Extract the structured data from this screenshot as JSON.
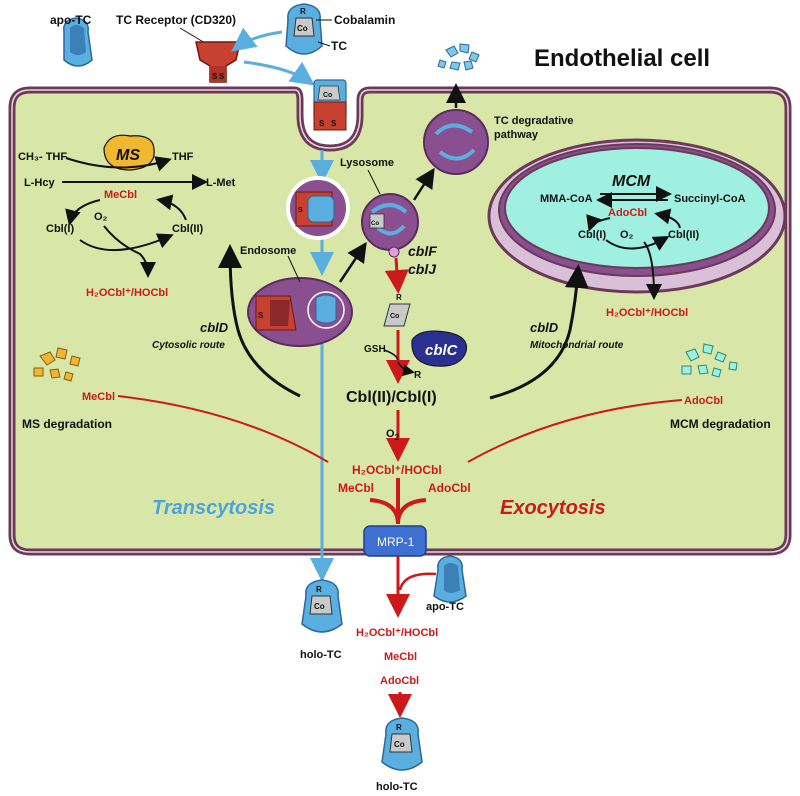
{
  "title": "Endothelial cell",
  "top": {
    "apo_tc": "apo-TC",
    "receptor": "TC Receptor (CD320)",
    "cobalamin": "Cobalamin",
    "tc": "TC",
    "ss": "S",
    "r": "R",
    "co": "Co"
  },
  "pathways": {
    "tc_degradative": [
      "TC degradative",
      "pathway"
    ],
    "lysosome": "Lysosome",
    "endosome": "Endosome",
    "cblf": "cblF",
    "cblj": "cblJ",
    "gsh": "GSH",
    "cblc": "cblC",
    "r": "R",
    "cbl_ii_i": "Cbl(II)/Cbl(I)",
    "o2": "O",
    "o2_sub": "2",
    "h2ocbl": "H₂OCbl⁺/HOCbl",
    "mecbl": "MeCbl",
    "adocbl": "AdoCbl",
    "transcytosis": "Transcytosis",
    "exocytosis": "Exocytosis",
    "mrp1": "MRP-1"
  },
  "cytosol": {
    "ch3_thf": "CH₃- THF",
    "ms": "MS",
    "thf": "THF",
    "lhcy": "L-Hcy",
    "mecbl": "MeCbl",
    "lmet": "L-Met",
    "cbl_i": "Cbl(I)",
    "o2": "O₂",
    "cbl_ii": "Cbl(II)",
    "h2ocbl": "H₂OCbl⁺/HOCbl",
    "cbld": "cblD",
    "cytosolic_route": "Cytosolic route",
    "ms_mecbl": "MeCbl",
    "ms_degradation": "MS degradation"
  },
  "mito": {
    "mcm": "MCM",
    "mma_coa": "MMA-CoA",
    "succinyl_coa": "Succinyl-CoA",
    "adocbl": "AdoCbl",
    "cbl_i": "Cbl(I)",
    "o2": "O₂",
    "cbl_ii": "Cbl(II)",
    "h2ocbl": "H₂OCbl⁺/HOCbl",
    "cbld": "cblD",
    "mito_route": "Mitochondrial route",
    "mcm_adocbl": "AdoCbl",
    "mcm_degradation": "MCM degradation"
  },
  "outside": {
    "holo_tc_left": "holo-TC",
    "apo_tc_right": "apo-TC",
    "h2ocbl": "H₂OCbl⁺/HOCbl",
    "mecbl": "MeCbl",
    "adocbl": "AdoCbl",
    "holo_tc_bottom": "holo-TC"
  },
  "colors": {
    "cytoplasm": "#d8e6a8",
    "membrane": "#6b3a58",
    "vesicle": "#8a4f8f",
    "mito_matrix": "#9ff0e0",
    "tc_blue": "#5aaee0",
    "receptor_red": "#c8402f",
    "cblc_navy": "#2b2f8f",
    "ms_gold": "#f0b830",
    "arrow_red": "#cc1a1a",
    "arrow_blue": "#5aaee0"
  }
}
